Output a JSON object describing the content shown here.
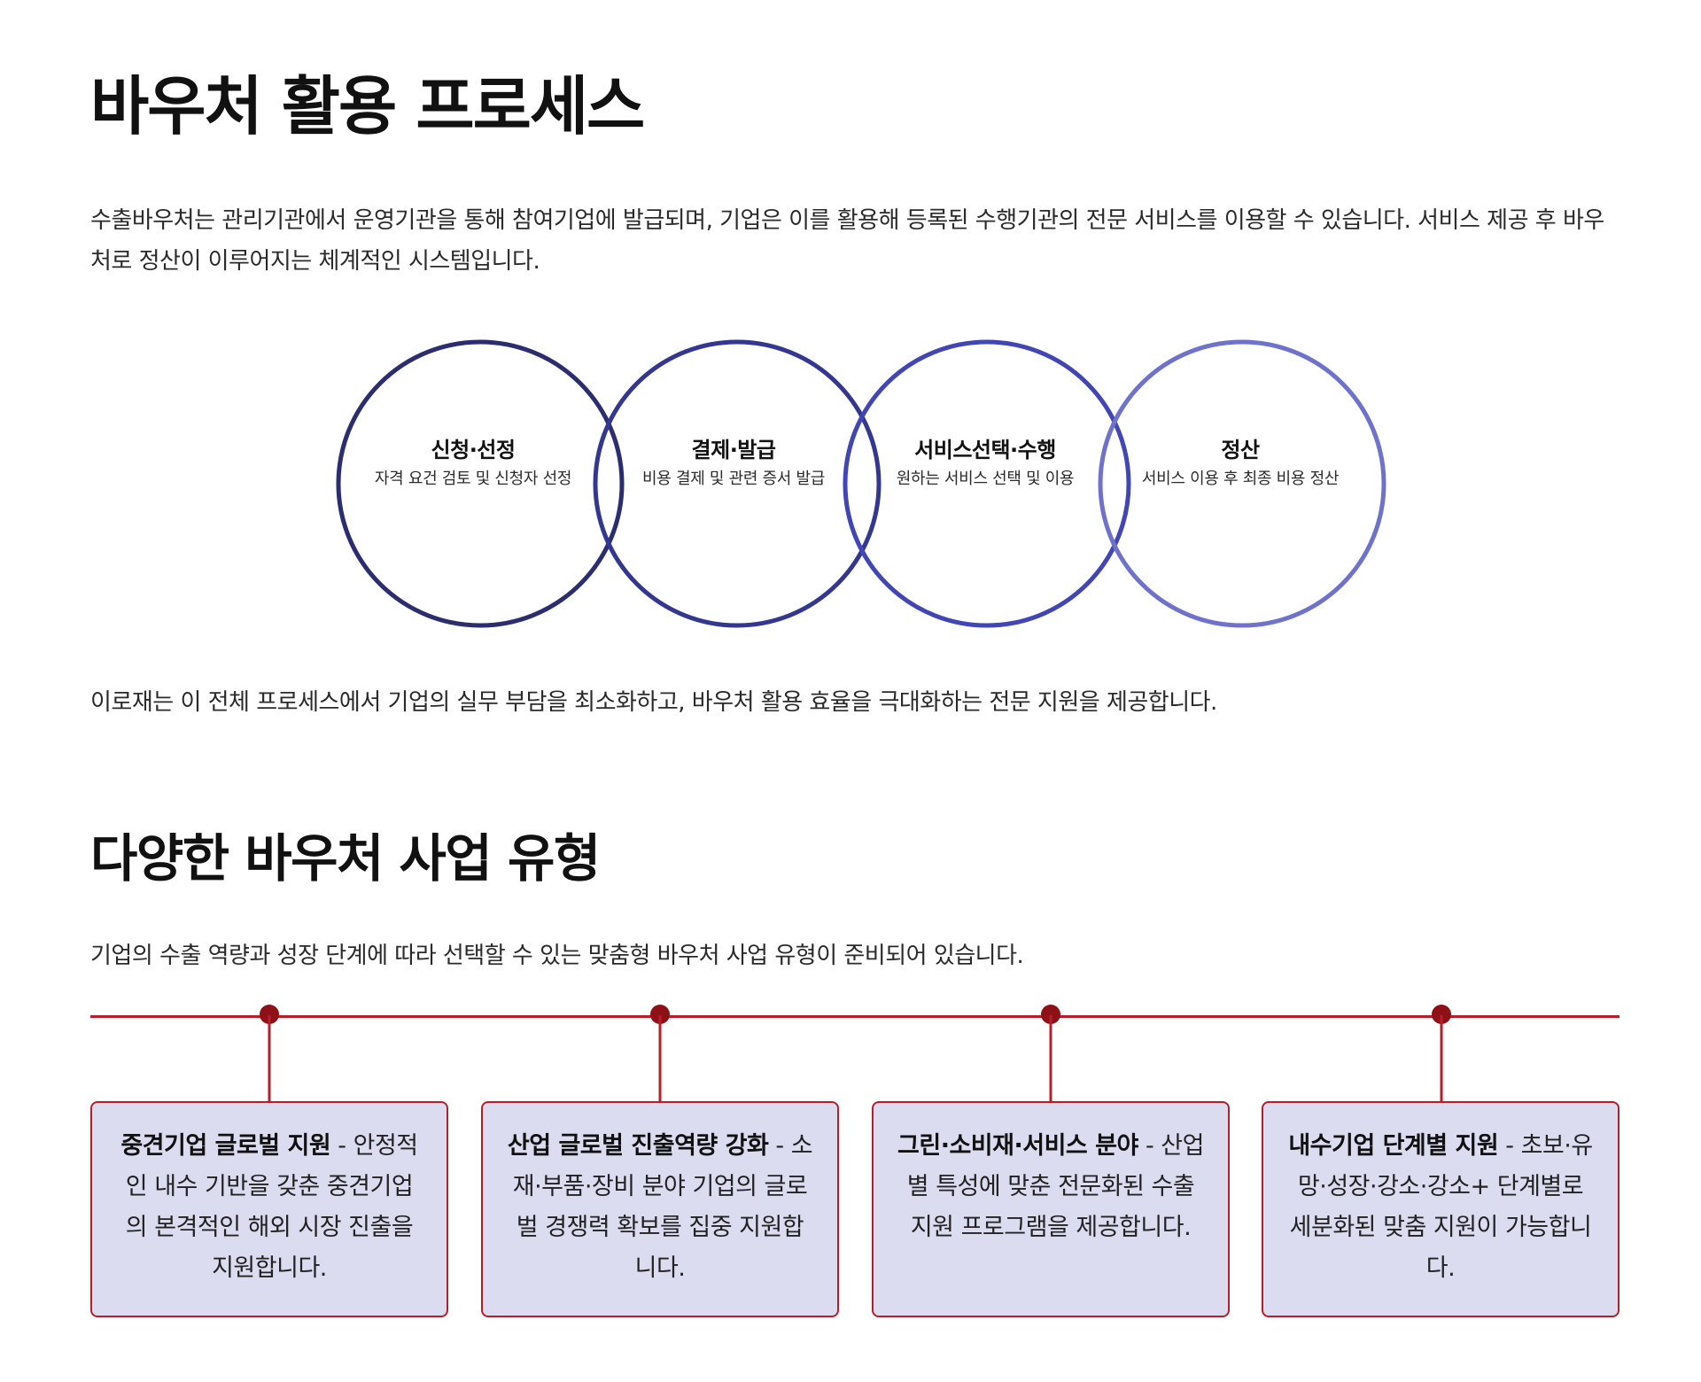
{
  "section1": {
    "title": "바우처 활용 프로세스",
    "intro": "수출바우처는 관리기관에서 운영기관을 통해 참여기업에 발급되며, 기업은 이를 활용해 등록된 수행기관의 전문 서비스를 이용할 수 있습니다. 서비스 제공 후 바우처로 정산이 이루어지는 체계적인 시스템입니다.",
    "process_steps": [
      {
        "title": "신청·선정",
        "description": "자격 요건 검토 및 신청자 선정",
        "color": "#2b2d6e"
      },
      {
        "title": "결제·발급",
        "description": "비용 결제 및 관련 증서 발급",
        "color": "#33378f"
      },
      {
        "title": "서비스선택·수행",
        "description": "원하는 서비스 선택 및 이용",
        "color": "#4146b4"
      },
      {
        "title": "정산",
        "description": "서비스 이용 후 최종 비용 정산",
        "color": "#6f72cb"
      }
    ],
    "summary": "이로재는 이 전체 프로세스에서 기업의 실무 부담을 최소화하고, 바우처 활용 효율을 극대화하는 전문 지원을 제공합니다."
  },
  "section2": {
    "title": "다양한 바우처 사업 유형",
    "intro": "기업의 수출 역량과 성장 단계에 따라 선택할 수 있는 맞춤형 바우처 사업 유형이 준비되어 있습니다.",
    "accent_color": "#b61f2a",
    "card_color": "#dcdcf0",
    "cards": [
      {
        "title": "중견기업 글로벌 지원",
        "description": " - 안정적인 내수 기반을 갖춘 중견기업의 본격적인 해외 시장 진출을 지원합니다."
      },
      {
        "title": "산업 글로벌 진출역량 강화",
        "description": " - 소재·부품·장비 분야 기업의 글로벌 경쟁력 확보를 집중 지원합니다."
      },
      {
        "title": "그린·소비재·서비스 분야",
        "description": " - 산업별 특성에 맞춘 전문화된 수출 지원 프로그램을 제공합니다."
      },
      {
        "title": "내수기업 단계별 지원",
        "description": " - 초보·유망·성장·강소·강소+ 단계별로 세분화된 맞춤 지원이 가능합니다."
      }
    ]
  }
}
